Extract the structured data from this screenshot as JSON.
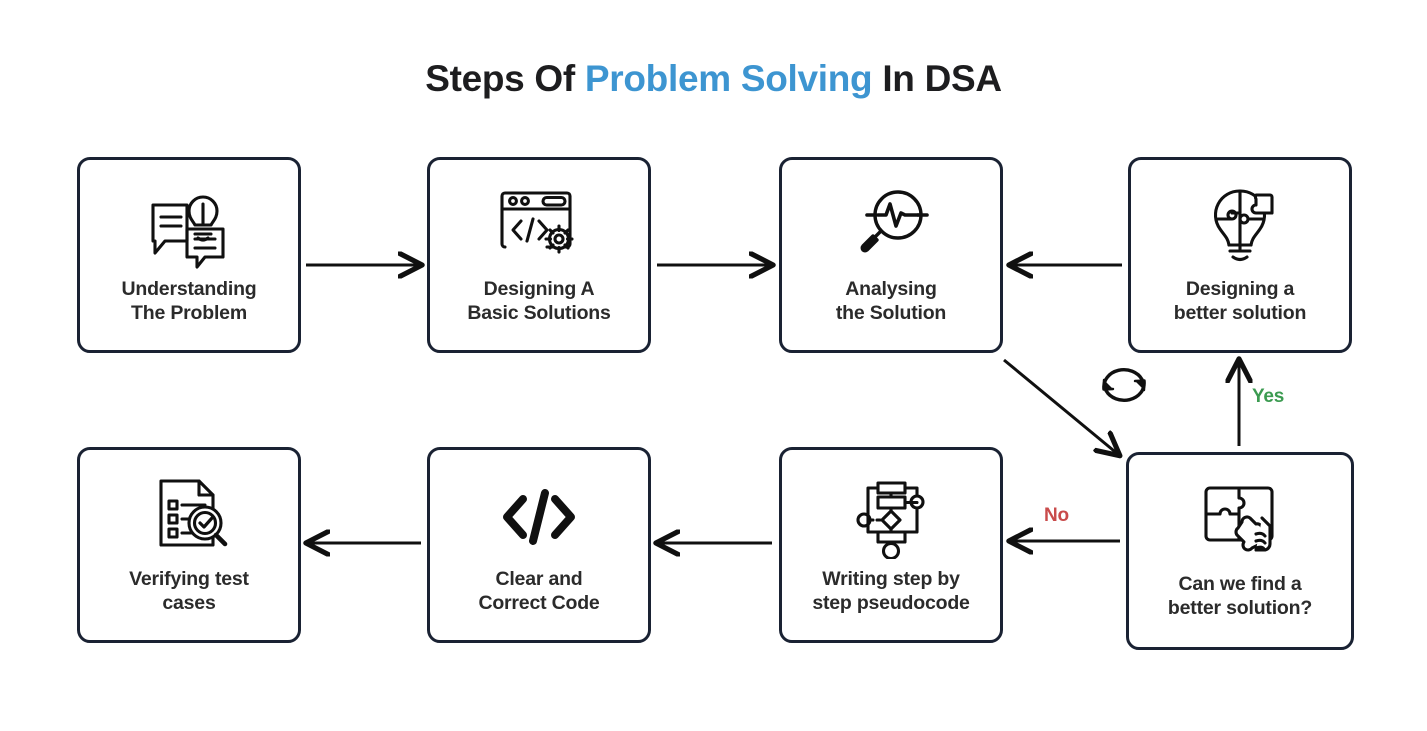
{
  "title": {
    "part1": "Steps Of ",
    "accent": "Problem Solving",
    "part2": " In DSA",
    "full_text": "Steps Of Problem Solving In DSA"
  },
  "colors": {
    "accent_blue": "#3d95d1",
    "card_border": "#1a2233",
    "text_dark": "#2b2b2b",
    "yes_green": "#3c9b51",
    "no_red": "#c94b4b",
    "background": "#ffffff"
  },
  "cards": [
    {
      "id": "understanding-the-problem",
      "label": "Understanding\nThe Problem",
      "icon": "speech-bubbles-lightbulb-icon",
      "row": "top",
      "order": 1
    },
    {
      "id": "designing-a-basic-solutions",
      "label": "Designing A\nBasic Solutions",
      "icon": "browser-code-gear-icon",
      "row": "top",
      "order": 2
    },
    {
      "id": "analysing-the-solution",
      "label": "Analysing\nthe Solution",
      "icon": "magnifier-pulse-icon",
      "row": "top",
      "order": 3
    },
    {
      "id": "designing-a-better-solution",
      "label": "Designing a\nbetter solution",
      "icon": "puzzle-lightbulb-icon",
      "row": "top",
      "order": 4
    },
    {
      "id": "can-we-find-a-better-solution",
      "label": "Can we find a\nbetter solution?",
      "icon": "hand-puzzle-piece-icon",
      "row": "bottom",
      "order": 5
    },
    {
      "id": "writing-step-by-step-pseudocode",
      "label": "Writing step by\nstep pseudocode",
      "icon": "flowchart-icon",
      "row": "bottom",
      "order": 6
    },
    {
      "id": "clear-and-correct-code",
      "label": "Clear and\nCorrect Code",
      "icon": "code-brackets-icon",
      "row": "bottom",
      "order": 7
    },
    {
      "id": "verifying-test-cases",
      "label": "Verifying test\ncases",
      "icon": "checklist-magnifier-icon",
      "row": "bottom",
      "order": 8
    }
  ],
  "edges": [
    {
      "id": "e1",
      "from": "understanding-the-problem",
      "to": "designing-a-basic-solutions",
      "label": "",
      "direction": "right"
    },
    {
      "id": "e2",
      "from": "designing-a-basic-solutions",
      "to": "analysing-the-solution",
      "label": "",
      "direction": "right"
    },
    {
      "id": "e3",
      "from": "designing-a-better-solution",
      "to": "analysing-the-solution",
      "label": "",
      "direction": "left"
    },
    {
      "id": "e4",
      "from": "analysing-the-solution",
      "to": "can-we-find-a-better-solution",
      "label": "",
      "direction": "diagonal-down-right"
    },
    {
      "id": "e5",
      "from": "can-we-find-a-better-solution",
      "to": "designing-a-better-solution",
      "label": "Yes",
      "direction": "up"
    },
    {
      "id": "e6",
      "from": "can-we-find-a-better-solution",
      "to": "writing-step-by-step-pseudocode",
      "label": "No",
      "direction": "left"
    },
    {
      "id": "e7",
      "from": "writing-step-by-step-pseudocode",
      "to": "clear-and-correct-code",
      "label": "",
      "direction": "left"
    },
    {
      "id": "e8",
      "from": "clear-and-correct-code",
      "to": "verifying-test-cases",
      "label": "",
      "direction": "left"
    }
  ],
  "labels": {
    "yes": "Yes",
    "no": "No"
  },
  "decorations": [
    {
      "id": "loop-refresh",
      "icon": "refresh-loop-icon"
    }
  ]
}
